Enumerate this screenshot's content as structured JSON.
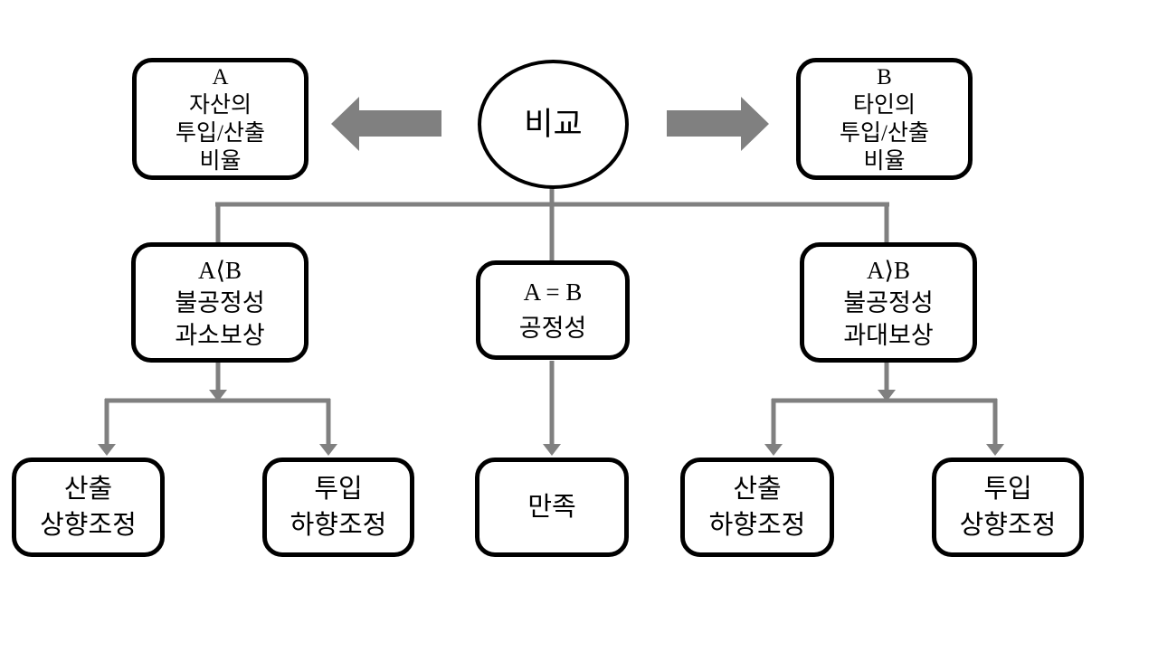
{
  "colors": {
    "connector_gray": "#808080",
    "node_border": "#000000",
    "background": "#ffffff",
    "text": "#000000"
  },
  "nodes": {
    "comparison": {
      "label": "비교"
    },
    "self_ratio": {
      "lines": [
        "A",
        "자산의",
        "투입/산출",
        "비율"
      ]
    },
    "other_ratio": {
      "lines": [
        "B",
        "타인의",
        "투입/산출",
        "비율"
      ]
    },
    "under_reward": {
      "lines": [
        "A⟨B",
        "불공정성",
        "과소보상"
      ]
    },
    "equity": {
      "lines": [
        "A = B",
        "공정성"
      ]
    },
    "over_reward": {
      "lines": [
        "A⟩B",
        "불공정성",
        "과대보상"
      ]
    },
    "output_up": {
      "lines": [
        "산출",
        "상향조정"
      ]
    },
    "input_down": {
      "lines": [
        "투입",
        "하향조정"
      ]
    },
    "satisfaction": {
      "lines": [
        "만족"
      ]
    },
    "output_down": {
      "lines": [
        "산출",
        "하향조정"
      ]
    },
    "input_up": {
      "lines": [
        "투입",
        "상향조정"
      ]
    }
  }
}
